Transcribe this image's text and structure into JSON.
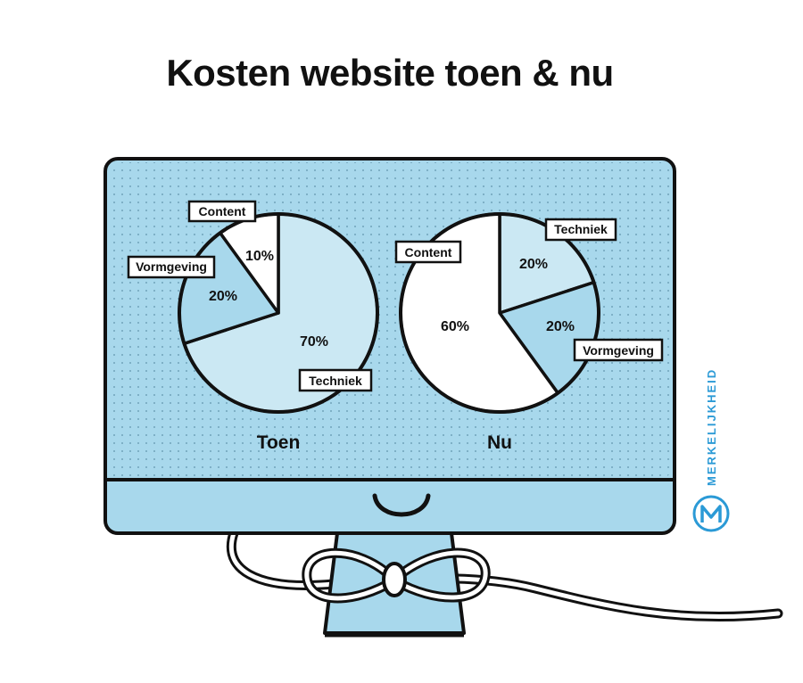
{
  "title": "Kosten website toen & nu",
  "brand": {
    "name": "MERKELIJKHEID",
    "color": "#2b9ad6"
  },
  "colors": {
    "screen": "#a8d8ec",
    "slice_light": "#cbe8f3",
    "slice_mid": "#a8d8ec",
    "slice_white": "#ffffff",
    "outline": "#111111"
  },
  "chart_data": [
    {
      "type": "pie",
      "title": "Toen",
      "slices": [
        {
          "label": "Techniek",
          "value": 70,
          "value_label": "70%"
        },
        {
          "label": "Vormgeving",
          "value": 20,
          "value_label": "20%"
        },
        {
          "label": "Content",
          "value": 10,
          "value_label": "10%"
        }
      ]
    },
    {
      "type": "pie",
      "title": "Nu",
      "slices": [
        {
          "label": "Techniek",
          "value": 20,
          "value_label": "20%"
        },
        {
          "label": "Vormgeving",
          "value": 20,
          "value_label": "20%"
        },
        {
          "label": "Content",
          "value": 60,
          "value_label": "60%"
        }
      ]
    }
  ]
}
